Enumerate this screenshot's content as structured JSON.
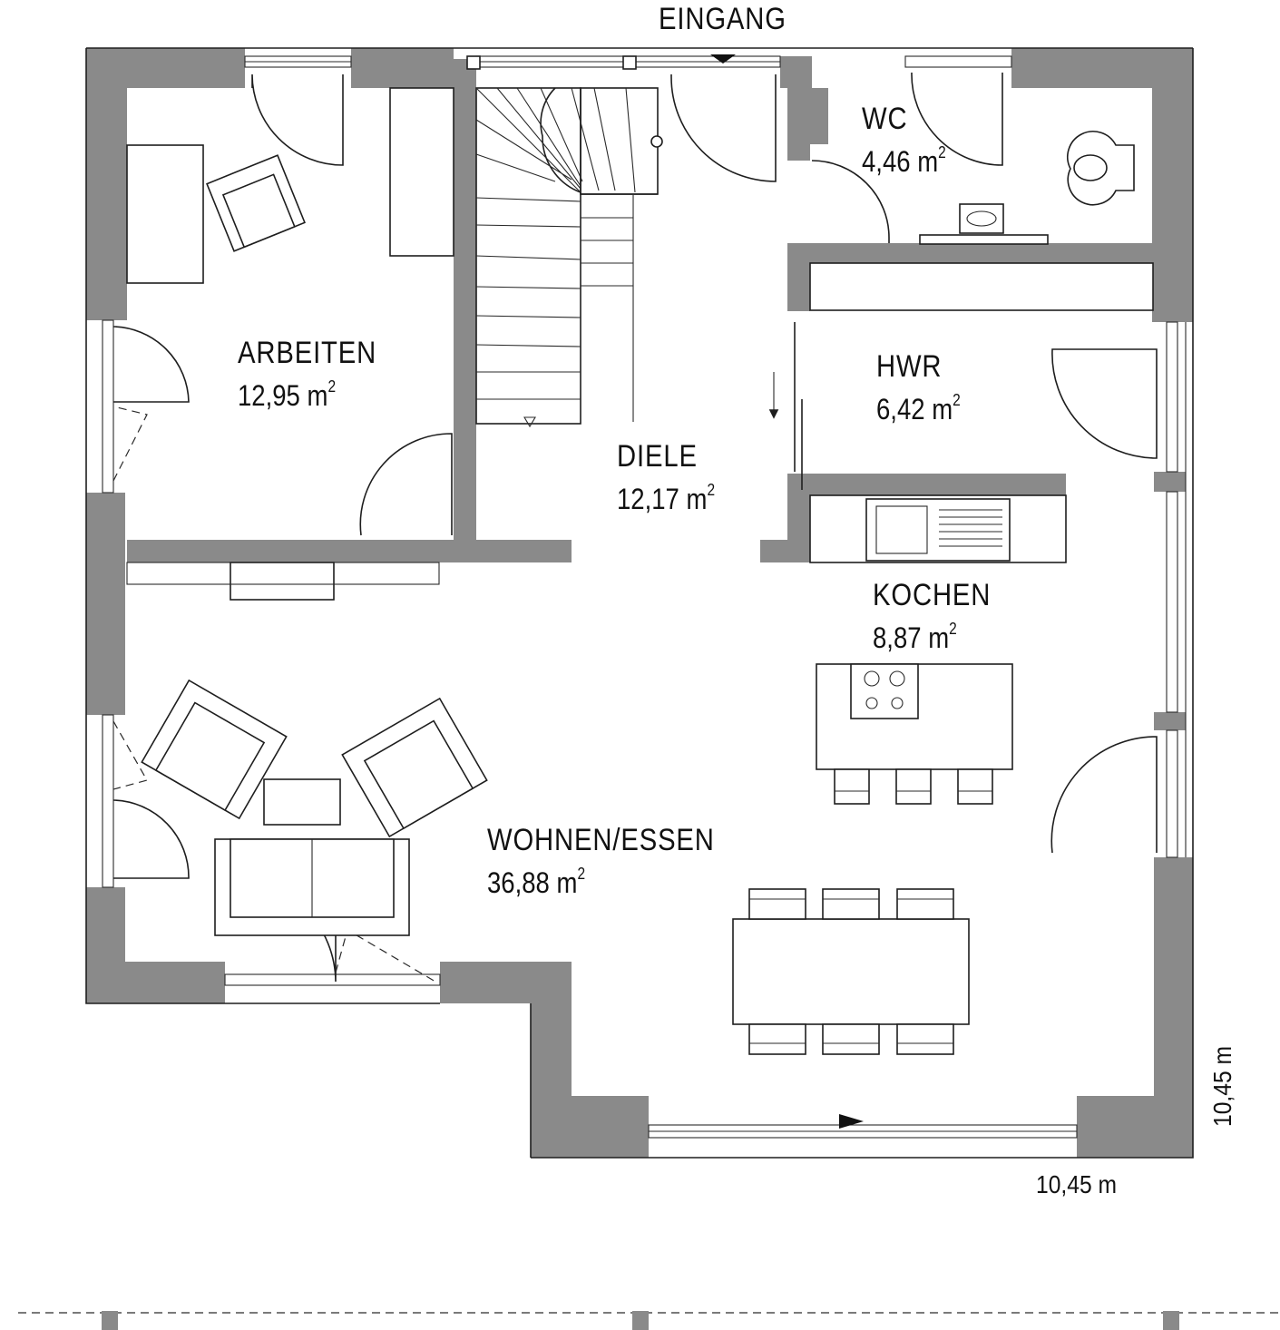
{
  "entrance": {
    "label": "EINGANG"
  },
  "unit": "m",
  "rooms": [
    {
      "id": "arbeiten",
      "name": "ARBEITEN",
      "area": "12,95"
    },
    {
      "id": "diele",
      "name": "DIELE",
      "area": "12,17"
    },
    {
      "id": "wc",
      "name": "WC",
      "area": "4,46"
    },
    {
      "id": "hwr",
      "name": "HWR",
      "area": "6,42"
    },
    {
      "id": "kochen",
      "name": "KOCHEN",
      "area": "8,87"
    },
    {
      "id": "wohnen",
      "name": "WOHNEN/ESSEN",
      "area": "36,88"
    }
  ],
  "dimensions": {
    "width": "10,45 m",
    "depth": "10,45 m"
  },
  "colors": {
    "wall": "#8a8a8a",
    "line": "#1e1e1e",
    "background": "#ffffff"
  }
}
